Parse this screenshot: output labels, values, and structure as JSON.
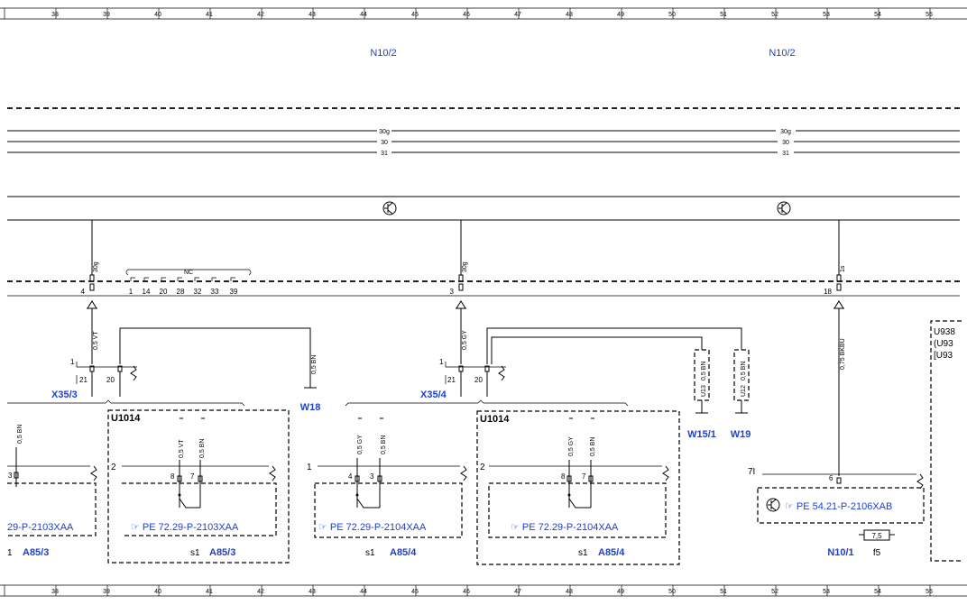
{
  "ruler": {
    "top": [
      "38",
      "39",
      "40",
      "41",
      "42",
      "43",
      "44",
      "45",
      "46",
      "47",
      "48",
      "49",
      "50",
      "51",
      "52",
      "53",
      "54",
      "55"
    ],
    "bottom": [
      "38",
      "39",
      "40",
      "41",
      "42",
      "43",
      "44",
      "45",
      "46",
      "47",
      "48",
      "49",
      "50",
      "51",
      "52",
      "53",
      "54",
      "55"
    ]
  },
  "headers": {
    "left": "N10/2",
    "right": "N10/2"
  },
  "bus": {
    "l1": "30g",
    "l2": "30",
    "l3": "31"
  },
  "connectors": {
    "ci_tags": [
      "30g",
      "30g",
      "1s"
    ],
    "ci_pins": [
      "4",
      "3",
      "18"
    ],
    "nc": "NC",
    "nc_pins": [
      "1",
      "14",
      "20",
      "28",
      "32",
      "33",
      "39"
    ],
    "x353": "X35/3",
    "x354": "X35/4",
    "pin1a": "1",
    "pin21a": "21",
    "pin20a": "20",
    "pin1b": "1",
    "pin21b": "21",
    "pin20b": "20"
  },
  "wires": {
    "w1": "0,5 VT",
    "w2": "0,5 BN",
    "w3": "0,5 GY",
    "w4": "0,5 BN",
    "w5": "0,5 BN",
    "w6": "0,75 BKBU",
    "u13": "U13",
    "u12": "U12"
  },
  "grounds": {
    "w18": "W18",
    "w151": "W15/1",
    "w19": "W19"
  },
  "modules": {
    "left_partial": {
      "wire": "0,5 BN",
      "pin": "3",
      "ref": "29-P-2103XAA",
      "num": "1",
      "name": "A85/3"
    },
    "u1014a": {
      "title": "U1014",
      "pin": "2",
      "w1": "0,5 VT",
      "w2": "0,5 BN",
      "p8": "8",
      "p7": "7",
      "ref": "PE 72.29-P-2103XAA",
      "s": "s1",
      "name": "A85/3"
    },
    "mid": {
      "pin": "1",
      "w1": "0,5 GY",
      "w2": "0,5 BN",
      "p4": "4",
      "p3": "3",
      "ref": "PE 72.29-P-2104XAA",
      "s": "s1",
      "name": "A85/4"
    },
    "u1014b": {
      "title": "U1014",
      "pin": "2",
      "w1": "0,5 GY",
      "w2": "0,5 BN",
      "p8": "8",
      "p7": "7",
      "ref": "PE 72.29-P-2104XAA",
      "s": "s1",
      "name": "A85/4"
    },
    "n101": {
      "pin7": "7I",
      "pin6": "6",
      "ref": "PE 54.21-P-2106XAB",
      "name": "N10/1",
      "fuse": "7,5",
      "f": "f5"
    },
    "u938": {
      "l1": "U938",
      "l2": "(U93",
      "l3": "[U93"
    }
  },
  "colors": {
    "link": "#1f3fd0",
    "line": "#000000"
  }
}
